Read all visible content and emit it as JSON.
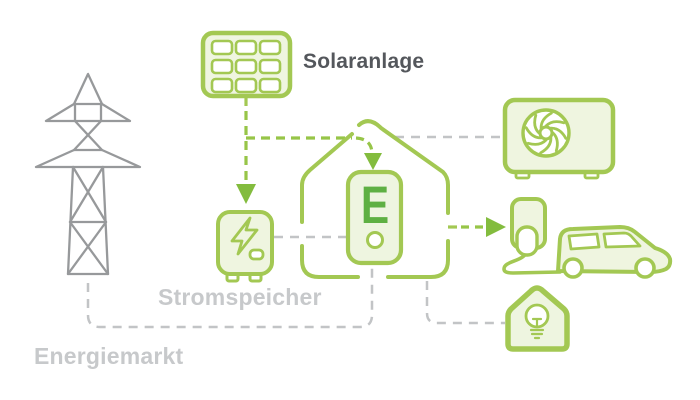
{
  "diagram": {
    "type": "home-energy-flow-illustration",
    "labels": {
      "solar": "Solaranlage",
      "storage": "Stromspeicher",
      "market": "Energiemarkt"
    },
    "energy_manager": {
      "logo_letter": "E"
    },
    "components": [
      {
        "id": "power-grid-tower",
        "icon": "transmission-tower-icon",
        "label": "Energiemarkt"
      },
      {
        "id": "solar-panel",
        "icon": "solar-panel-icon",
        "label": "Solaranlage"
      },
      {
        "id": "battery-storage",
        "icon": "battery-storage-icon",
        "label": "Stromspeicher"
      },
      {
        "id": "smart-home",
        "icon": "house-outline-icon",
        "label": ""
      },
      {
        "id": "home-energy-manager",
        "icon": "e-logo-device-icon",
        "label": ""
      },
      {
        "id": "heat-pump",
        "icon": "heat-pump-fan-icon",
        "label": ""
      },
      {
        "id": "ev-charger",
        "icon": "wallbox-charger-icon",
        "label": ""
      },
      {
        "id": "electric-car",
        "icon": "car-icon",
        "label": ""
      },
      {
        "id": "household-light",
        "icon": "lightbulb-house-icon",
        "label": ""
      }
    ],
    "flows": [
      {
        "from": "solar-panel",
        "to": "battery-storage",
        "style": "green-dashed-arrow"
      },
      {
        "from": "solar-panel",
        "to": "home-energy-manager",
        "style": "green-dashed-arrow"
      },
      {
        "from": "smart-home",
        "to": "ev-charger",
        "style": "green-dashed-arrow"
      },
      {
        "from": "battery-storage",
        "to": "home-energy-manager",
        "style": "gray-dashed"
      },
      {
        "from": "smart-home",
        "to": "heat-pump",
        "style": "gray-dashed"
      },
      {
        "from": "smart-home",
        "to": "household-light",
        "style": "gray-dashed"
      },
      {
        "from": "power-grid-tower",
        "to": "home-energy-manager",
        "style": "gray-dashed"
      }
    ],
    "colors": {
      "green_outline": "#a3c853",
      "green_dash": "#97c548",
      "green_arrow": "#83bc3e",
      "green_logo": "#5eb043",
      "green_fill": "#eff5e0",
      "text_dark": "#54575c",
      "text_light": "#c7c9cb",
      "gray_dash": "#c2c4c6",
      "tower_gray": "#97999b"
    }
  }
}
